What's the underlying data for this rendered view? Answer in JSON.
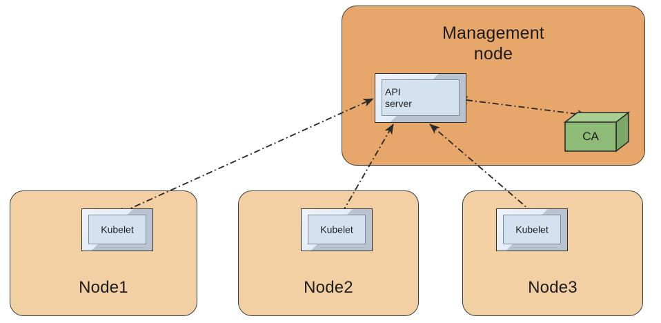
{
  "diagram": {
    "title": "Kubernetes node / API server / CA trust diagram",
    "type": "architecture-diagram",
    "colors": {
      "management_fill": "#e8a76a",
      "node_fill": "#f3cfa4",
      "component_fill": "#d4e2f0",
      "component_bevel": "#b9c3cf",
      "ca_fill": "#8fbb79",
      "ca_top": "#a9ce92",
      "ca_side": "#7ba869",
      "stroke": "#2e2e2e",
      "background": "#ffffff"
    }
  },
  "management": {
    "label": "Management\nnode",
    "api_server": {
      "label": "API\nserver"
    },
    "ca": {
      "label": "CA"
    }
  },
  "nodes": [
    {
      "label": "Node1",
      "component": "Kubelet"
    },
    {
      "label": "Node2",
      "component": "Kubelet"
    },
    {
      "label": "Node3",
      "component": "Kubelet"
    }
  ],
  "connections": [
    {
      "from": "Node1 Kubelet",
      "to": "API server",
      "style": "dash-dot",
      "arrows": "both"
    },
    {
      "from": "Node2 Kubelet",
      "to": "API server",
      "style": "dash-dot",
      "arrows": "both"
    },
    {
      "from": "Node3 Kubelet",
      "to": "API server",
      "style": "dash-dot",
      "arrows": "both"
    },
    {
      "from": "API server",
      "to": "CA",
      "style": "dash-dot",
      "arrows": "both"
    }
  ]
}
